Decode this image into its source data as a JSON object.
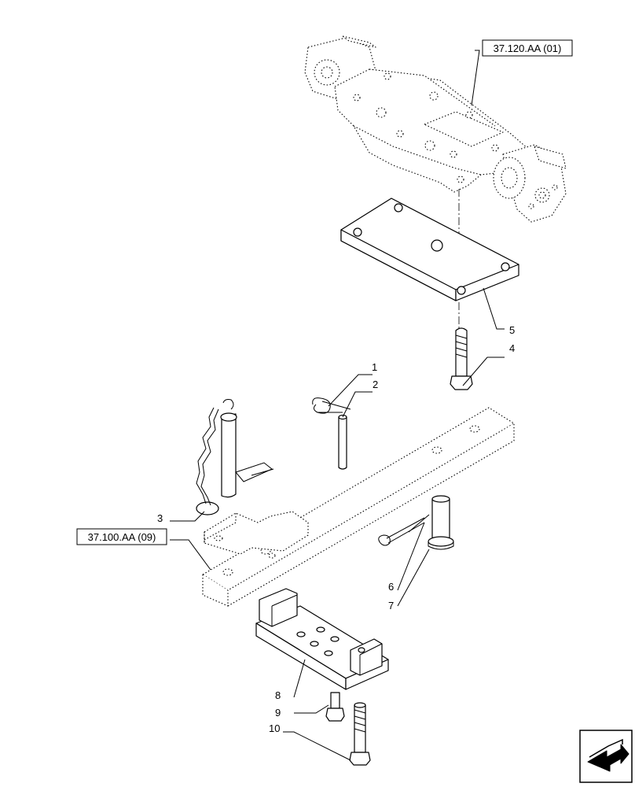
{
  "references": {
    "top": "37.120.AA (01)",
    "left": "37.100.AA (09)"
  },
  "callouts": [
    "1",
    "2",
    "3",
    "4",
    "5",
    "6",
    "7",
    "8",
    "9",
    "10"
  ],
  "nav_icon": "next-page-arrow-icon"
}
